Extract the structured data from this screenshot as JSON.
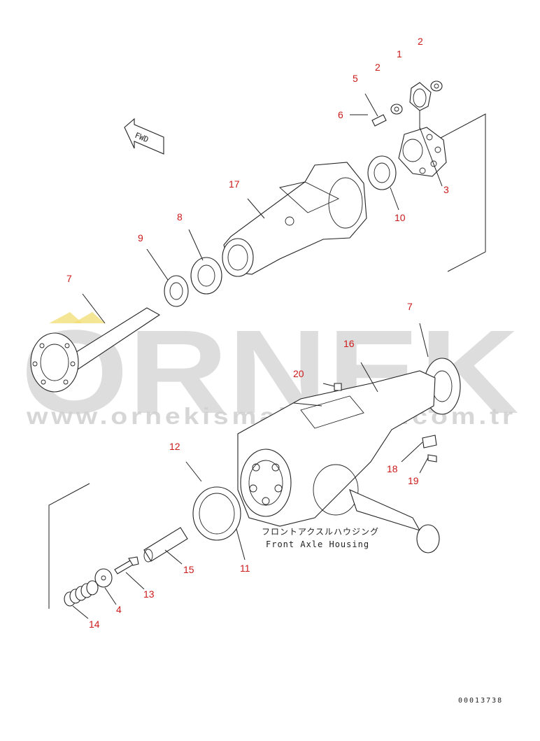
{
  "callouts": {
    "c1": "1",
    "c2a": "2",
    "c2b": "2",
    "c3": "3",
    "c4": "4",
    "c5": "5",
    "c6": "6",
    "c7a": "7",
    "c7b": "7",
    "c8": "8",
    "c9": "9",
    "c10": "10",
    "c11": "11",
    "c12": "12",
    "c13": "13",
    "c14": "14",
    "c15": "15",
    "c16": "16",
    "c17": "17",
    "c18": "18",
    "c19": "19",
    "c20": "20"
  },
  "caption": {
    "japanese": "フロントアクスルハウジング",
    "english": "Front Axle Housing"
  },
  "direction_marker": "FWD",
  "document_number": "00013738",
  "watermark": {
    "brand": "ORNEK",
    "url": "www.ornekismakinalari.com.tr"
  },
  "colors": {
    "callout": "#cc1a1a",
    "linework": "#222222",
    "watermark": "#d5d5d5",
    "watermark_accent": "#f2e07a"
  }
}
